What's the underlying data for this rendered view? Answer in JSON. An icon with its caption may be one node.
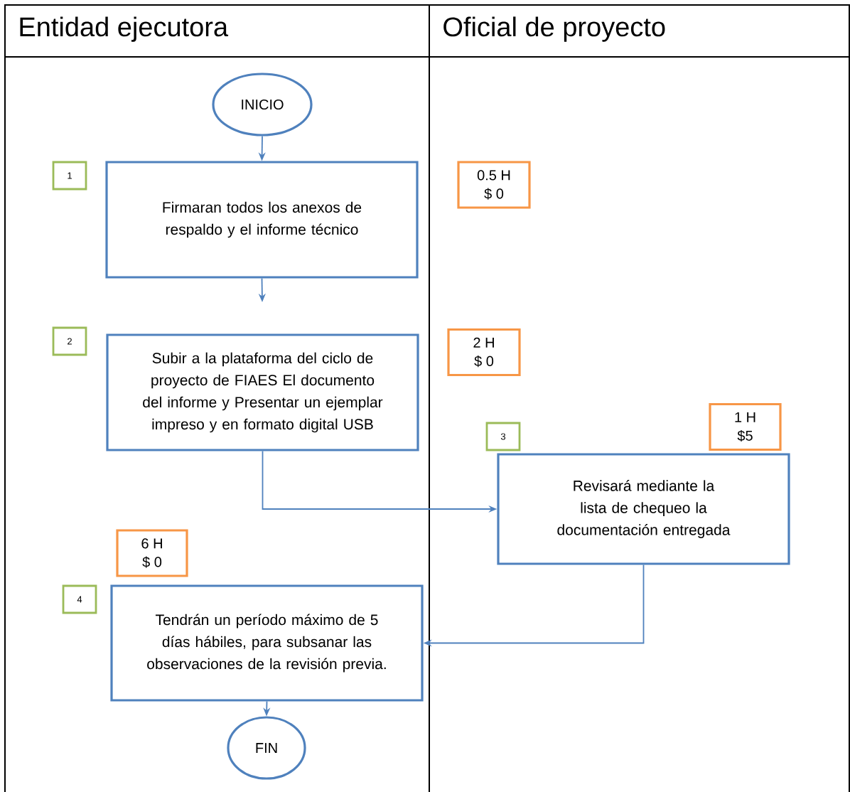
{
  "diagram": {
    "nodes": [
      {
        "text": [
          "Entidad ejecutora"
        ]
      },
      {
        "text": [
          "Oficial de proyecto"
        ]
      },
      {
        "text": [
          "INICIO"
        ],
        "in": 0
      },
      {
        "text": [
          "1"
        ],
        "in": 0
      },
      {
        "text": [
          "Firmaran todos los anexos de respaldo y el informe técnico"
        ],
        "in": 0
      },
      {
        "text": [
          "0.5 H",
          "$ 0"
        ],
        "in": 1
      },
      {
        "text": [
          "2"
        ],
        "in": 0
      },
      {
        "text": [
          "Subir a la plataforma del ciclo de proyecto de FIAES El documento del informe y Presentar un ejemplar impreso y en formato digital USB"
        ],
        "in": 0
      },
      {
        "text": [
          "2 H",
          "$ 0"
        ],
        "in": 1
      },
      {
        "text": [
          "1 H",
          "$5"
        ],
        "in": 1
      },
      {
        "text": [
          "3"
        ],
        "in": 1
      },
      {
        "text": [
          "Revisará mediante la lista de chequeo la documentación entregada"
        ],
        "in": 1
      },
      {
        "text": [
          "6 H",
          "$ 0"
        ],
        "in": 0
      },
      {
        "text": [
          "4"
        ],
        "in": 0
      },
      {
        "text": [
          "Tendrán un período máximo de 5 días hábiles, para subsanar las observaciones de la revisión previa."
        ],
        "in": 0
      },
      {
        "text": [
          "FIN"
        ],
        "in": 0
      }
    ],
    "edges": [
      {
        "from": 2,
        "to": 4,
        "arrow": "to"
      },
      {
        "from": 4,
        "to": null,
        "arrow": "to"
      },
      {
        "from": 7,
        "to": 11,
        "arrow": "to"
      },
      {
        "from": 11,
        "to": 14,
        "arrow": "to"
      },
      {
        "from": 14,
        "to": 15,
        "arrow": "to"
      }
    ]
  }
}
